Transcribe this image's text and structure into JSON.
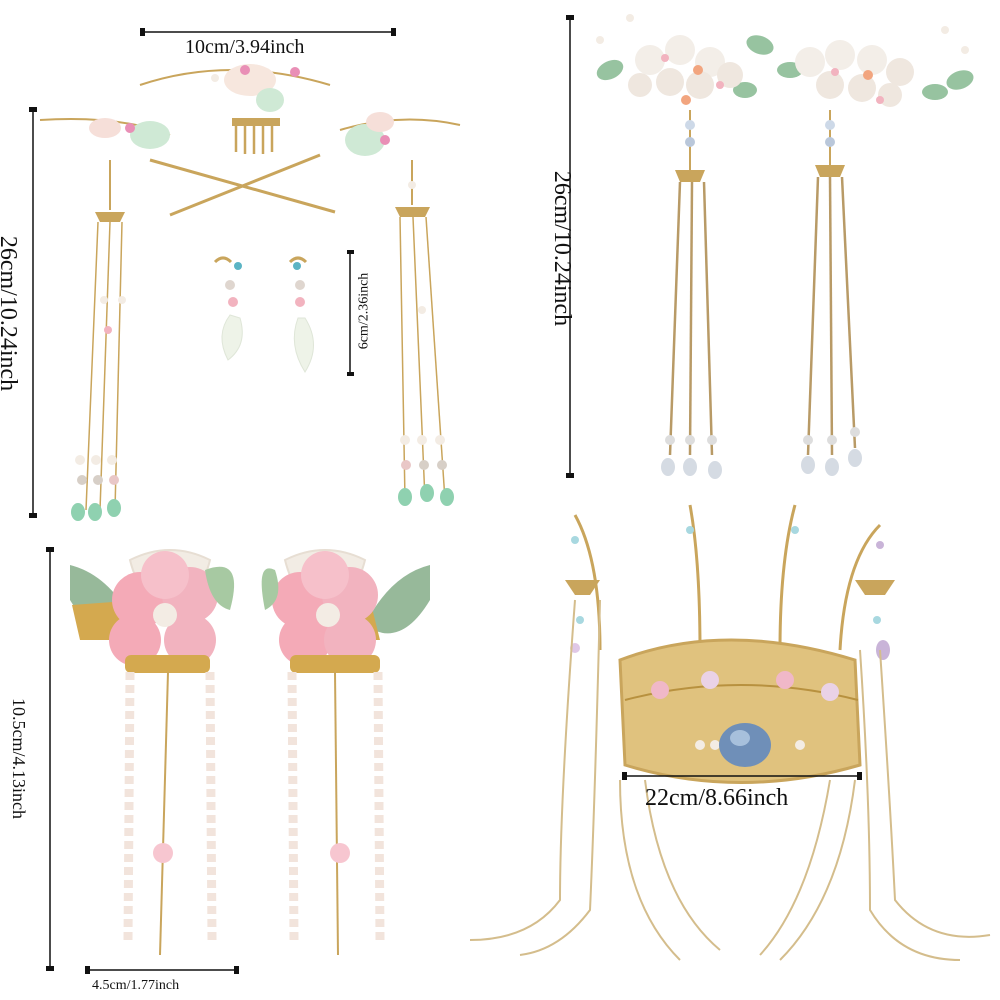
{
  "labels": {
    "hairpin_set_width": "10cm/3.94inch",
    "hairpin_set_height": "26cm/10.24inch",
    "earring_height": "6cm/2.36inch",
    "tassel_clips_height": "26cm/10.24inch",
    "flower_clips_height": "10.5cm/4.13inch",
    "flower_clip_width": "4.5cm/1.77inch",
    "crown_width": "22cm/8.66inch"
  },
  "colors": {
    "gold": "#c9a55c",
    "pink": "#f2b3bf",
    "jade": "#8fd1b0",
    "leaf": "#97b99a",
    "pearl": "#f3ece4",
    "blue_gem": "#6f8fb8",
    "line": "#111111"
  }
}
